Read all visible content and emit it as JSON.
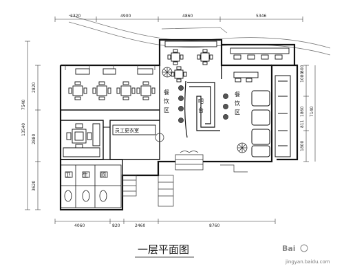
{
  "drawing": {
    "title": "一层平面图",
    "dims_top": [
      "2320",
      "4900",
      "4860",
      "5346"
    ],
    "dims_bottom": [
      "4060",
      "820",
      "2460",
      "8760"
    ],
    "dims_left": [
      "13540",
      "2820",
      "7540",
      "2880",
      "3620"
    ],
    "dims_right": [
      "1080",
      "800",
      "1860",
      "7140",
      "811",
      "1800"
    ],
    "rooms": {
      "left_room": [
        "餐",
        "饮",
        "区"
      ],
      "right_room": [
        "餐",
        "饮",
        "区"
      ],
      "bar": [
        "吧",
        "台"
      ],
      "staff_room": "员工更衣室",
      "toilet": [
        "卫",
        "生",
        "间"
      ]
    }
  },
  "watermark": {
    "text": "jingyan.baidu.com",
    "brand": "Bai"
  }
}
